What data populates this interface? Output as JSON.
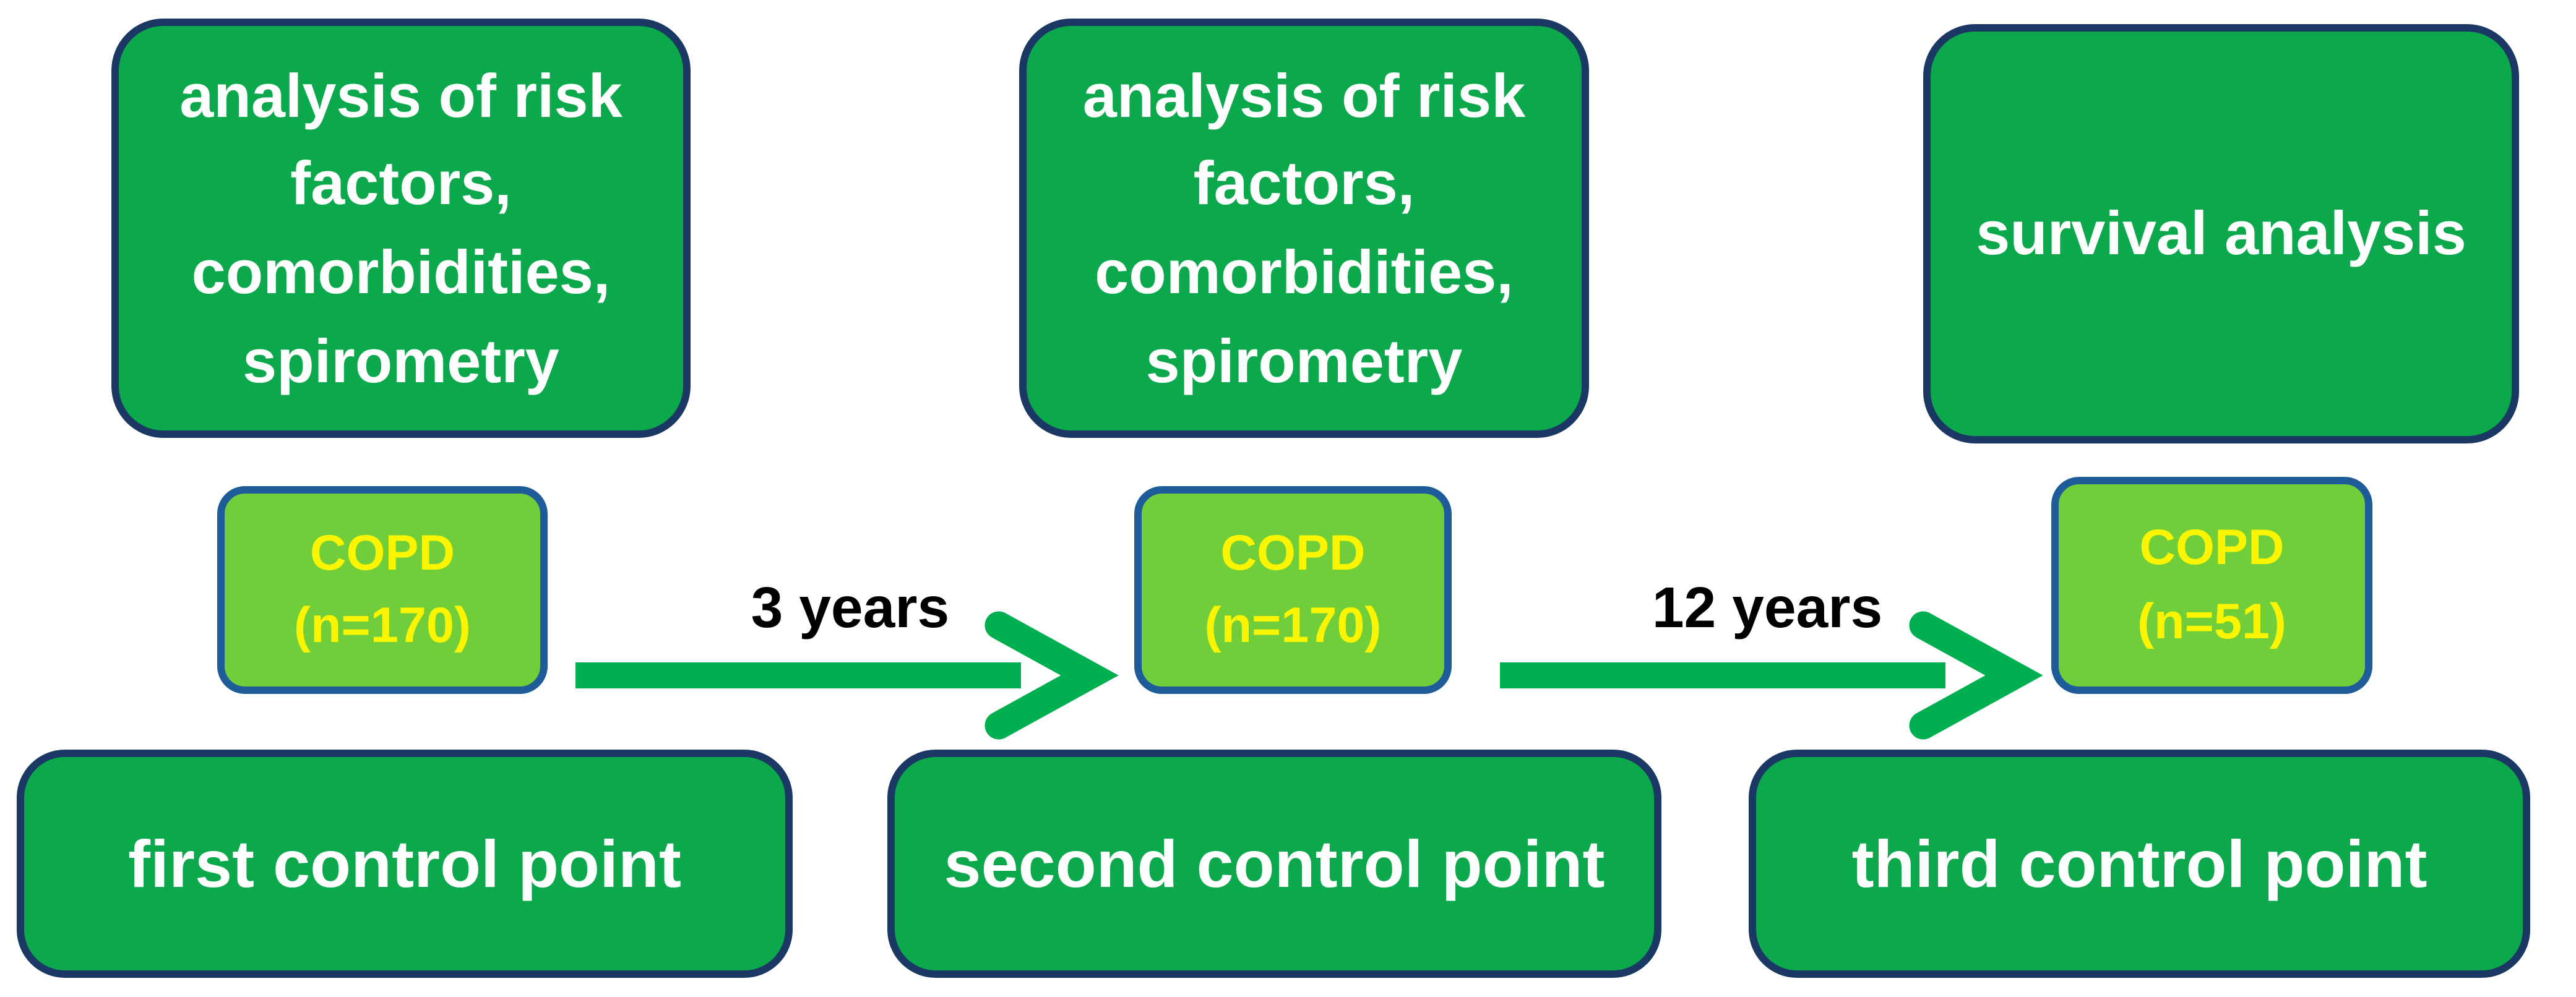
{
  "colors": {
    "box_green": "#0BA94C",
    "box_border": "#1B3864",
    "copd_green": "#70CE3B",
    "copd_border": "#1D5C99",
    "copd_text": "#FCF500",
    "arrow_green": "#00AF50",
    "box_text": "#FFFFFF",
    "label_text": "#000000",
    "page_bg": "#FFFFFF"
  },
  "columns": [
    {
      "analysis_box": {
        "text": "analysis of risk\nfactors,\ncomorbidities,\nspirometry"
      },
      "cohort_box": {
        "title": "COPD",
        "count": "(n=170)"
      },
      "control_box": {
        "label": "first control point"
      }
    },
    {
      "analysis_box": {
        "text": "analysis of risk\nfactors,\ncomorbidities,\nspirometry"
      },
      "cohort_box": {
        "title": "COPD",
        "count": "(n=170)"
      },
      "control_box": {
        "label": "second control point"
      }
    },
    {
      "analysis_box": {
        "text": "survival analysis"
      },
      "cohort_box": {
        "title": "COPD",
        "count": "(n=51)"
      },
      "control_box": {
        "label": "third control point"
      }
    }
  ],
  "arrows": [
    {
      "label": "3 years"
    },
    {
      "label": "12 years"
    }
  ]
}
